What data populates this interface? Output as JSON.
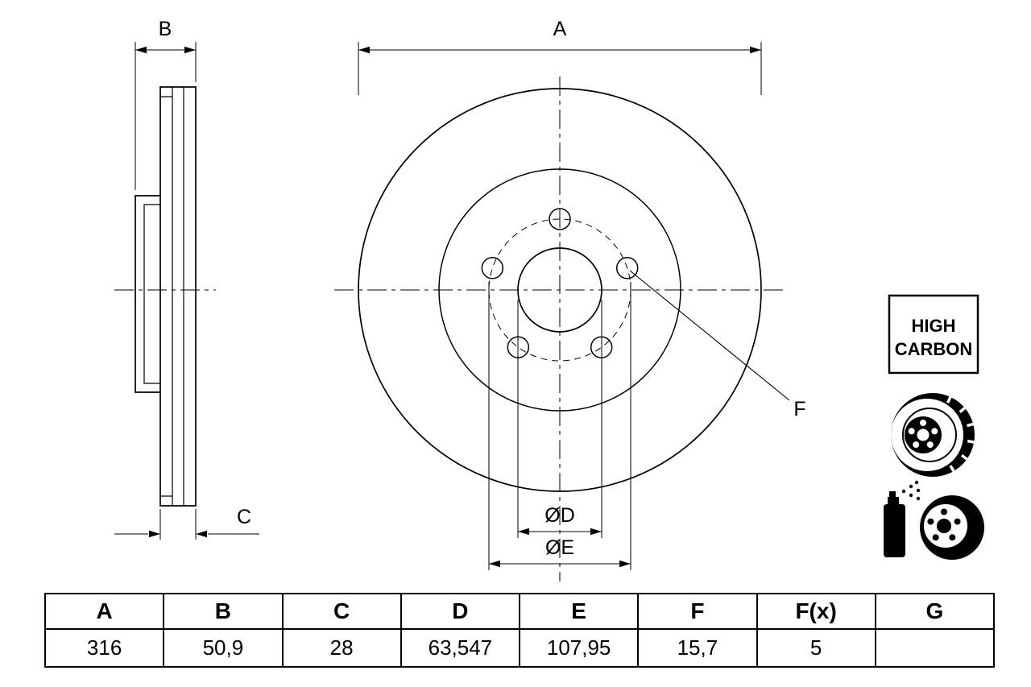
{
  "drawing": {
    "dim_labels": {
      "a": "A",
      "b": "B",
      "c": "C",
      "d": "ØD",
      "e": "ØE",
      "f": "F"
    },
    "badge": {
      "line1": "HIGH",
      "line2": "CARBON"
    }
  },
  "icons": {
    "ventilated_disc": "ventilated-brake-disc-icon",
    "spray_coating": "spray-coated-disc-icon",
    "high_carbon_badge": "high-carbon-badge"
  },
  "table": {
    "headers": [
      "A",
      "B",
      "C",
      "D",
      "E",
      "F",
      "F(x)",
      "G"
    ],
    "values": [
      "316",
      "50,9",
      "28",
      "63,547",
      "107,95",
      "15,7",
      "5",
      ""
    ]
  },
  "colors": {
    "line": "#000000",
    "background": "#ffffff"
  }
}
